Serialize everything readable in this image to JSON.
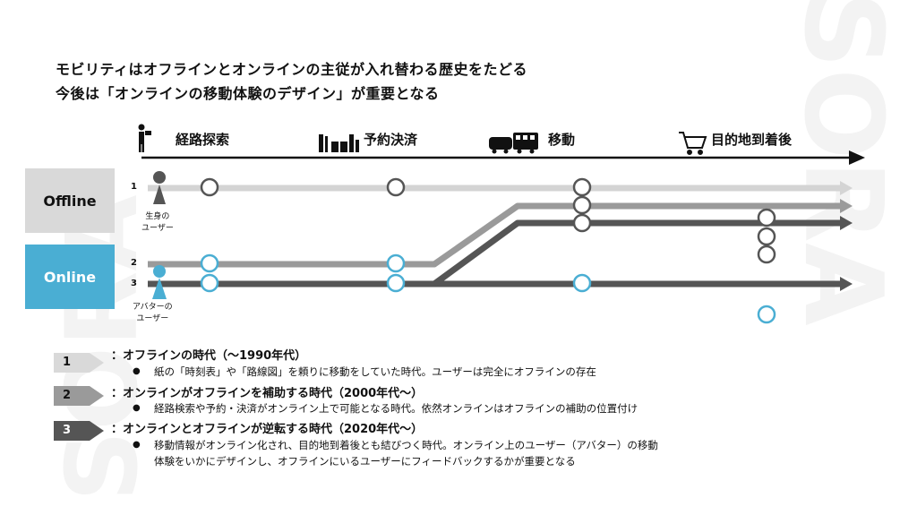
{
  "watermark_text": "SORA",
  "title": {
    "line1": "モビリティはオフラインとオンラインの主従が入れ替わる歴史をたどる",
    "line2": "今後は「オンラインの移動体験のデザイン」が重要となる"
  },
  "stages": [
    {
      "label": "経路探索",
      "icon": "person-reading-icon"
    },
    {
      "label": "予約決済",
      "icon": "gate-icon"
    },
    {
      "label": "移動",
      "icon": "train-icon"
    },
    {
      "label": "目的地到着後",
      "icon": "shopping-cart-icon"
    }
  ],
  "modes": {
    "offline": {
      "label": "Offline",
      "color": "#d9d9d9",
      "user_label": [
        "生身の",
        "ユーザー"
      ]
    },
    "online": {
      "label": "Online",
      "color": "#4aaed3",
      "user_label": [
        "アバターの",
        "ユーザー"
      ]
    }
  },
  "lanes": [
    {
      "id": "1",
      "color": "#d4d4d4"
    },
    {
      "id": "2",
      "color": "#9a9a9a"
    },
    {
      "id": "3",
      "color": "#555555"
    }
  ],
  "colors": {
    "offline_node": "#555555",
    "online_node": "#4aaed3",
    "axis": "#111111"
  },
  "legend": [
    {
      "num": "1",
      "title": "：オフラインの時代（〜1990年代）",
      "desc": "紙の「時刻表」や「路線図」を頼りに移動をしていた時代。ユーザーは完全にオフラインの存在",
      "arrow_color": "#d9d9d9",
      "num_color": "#111111"
    },
    {
      "num": "2",
      "title": "：オンラインがオフラインを補助する時代（2000年代〜）",
      "desc": "経路検索や予約・決済がオンライン上で可能となる時代。依然オンラインはオフラインの補助の位置付け",
      "arrow_color": "#9a9a9a",
      "num_color": "#111111"
    },
    {
      "num": "3",
      "title": "：オンラインとオフラインが逆転する時代（2020年代〜）",
      "desc": "移動情報がオンライン化され、目的地到着後とも結びつく時代。オンライン上のユーザー（アバター）の移動",
      "desc2": "体験をいかにデザインし、オフラインにいるユーザーにフィードバックするかが重要となる",
      "arrow_color": "#555555",
      "num_color": "#ffffff"
    }
  ]
}
